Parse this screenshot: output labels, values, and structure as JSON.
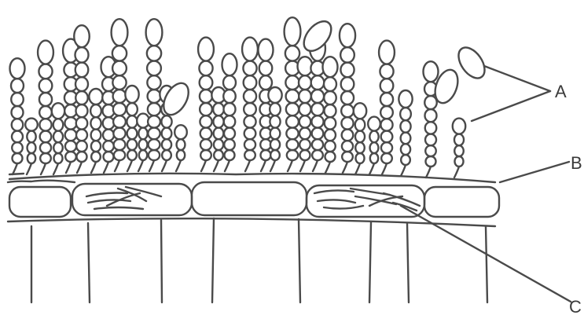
{
  "figure": {
    "labels": {
      "a": "A",
      "b": "B",
      "c": "C"
    }
  },
  "colors": {
    "ink": "#4a4a4a",
    "background": "#ffffff"
  }
}
